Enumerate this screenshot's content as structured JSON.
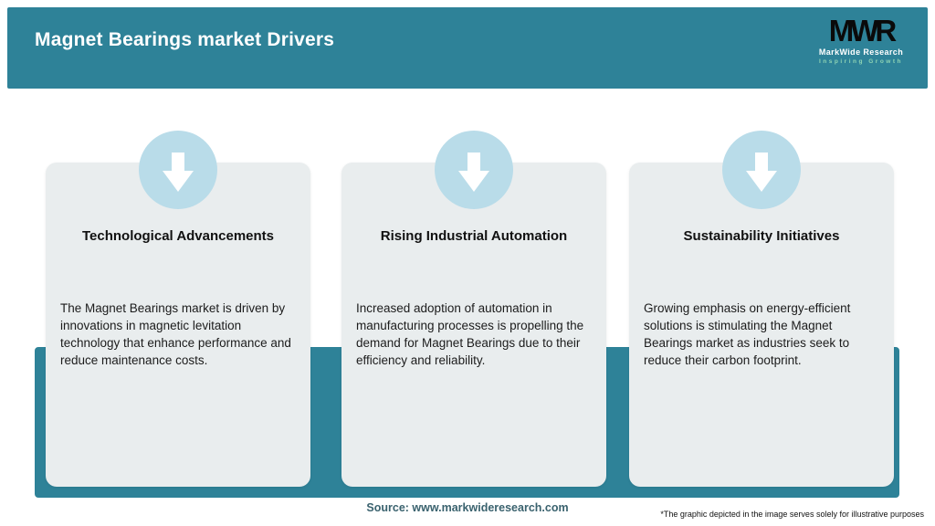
{
  "header": {
    "title": "Magnet Bearings market Drivers"
  },
  "logo": {
    "acronym": "MWR",
    "name": "MarkWide Research",
    "tagline": "Inspiring Growth"
  },
  "cards": [
    {
      "title": "Technological Advancements",
      "body": "The Magnet Bearings market is driven by innovations in magnetic levitation technology that enhance performance and reduce maintenance costs."
    },
    {
      "title": "Rising Industrial Automation",
      "body": "Increased adoption of automation in manufacturing processes is propelling the demand for Magnet Bearings due to their efficiency and reliability."
    },
    {
      "title": "Sustainability Initiatives",
      "body": "Growing emphasis on energy-efficient solutions is stimulating the Magnet Bearings market as industries seek to reduce their carbon footprint."
    }
  ],
  "footer": {
    "source": "Source: www.markwideresearch.com",
    "disclaimer": "*The graphic depicted in the image serves solely for illustrative purposes"
  },
  "colors": {
    "teal": "#2e8298",
    "circle-blue": "#b9dce9",
    "card-bg": "#e9edee",
    "text-dark": "#111111",
    "source-color": "#3a626e",
    "logo-black": "#0a0a0a",
    "logo-white": "#ffffff",
    "logo-green": "#8fd4b4"
  }
}
